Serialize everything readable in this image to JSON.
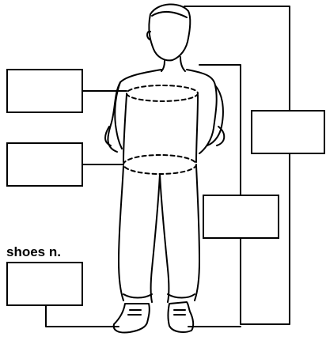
{
  "labels": {
    "shoes_label": "shoes n."
  },
  "answer_boxes": [
    {
      "id": "box-chest",
      "value": ""
    },
    {
      "id": "box-waist",
      "value": ""
    },
    {
      "id": "box-shoes",
      "value": ""
    },
    {
      "id": "box-head",
      "value": ""
    },
    {
      "id": "box-torso",
      "value": ""
    }
  ],
  "colors": {
    "line": "#000000",
    "background": "#ffffff"
  }
}
